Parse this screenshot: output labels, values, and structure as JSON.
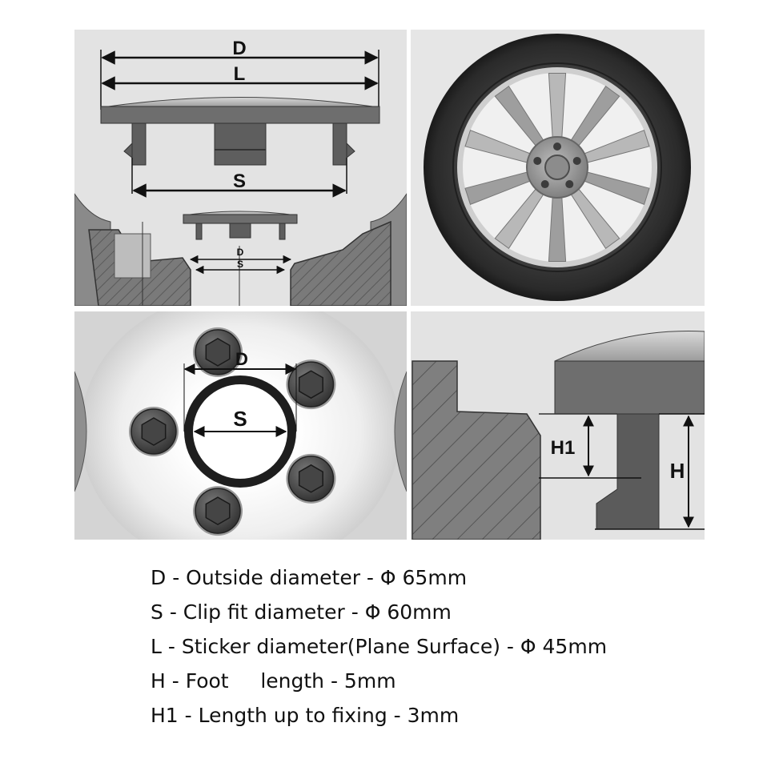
{
  "diagram": {
    "labels": {
      "d": "D",
      "l": "L",
      "s": "S",
      "h": "H",
      "h1": "H1"
    },
    "legend": [
      "D - Outside diameter - Φ 65mm",
      "S - Clip fit diameter - Φ 60mm",
      "L - Sticker diameter(Plane Surface) - Φ 45mm",
      "H - Foot     length - 5mm",
      "H1 - Length up to fixing - 3mm"
    ]
  }
}
